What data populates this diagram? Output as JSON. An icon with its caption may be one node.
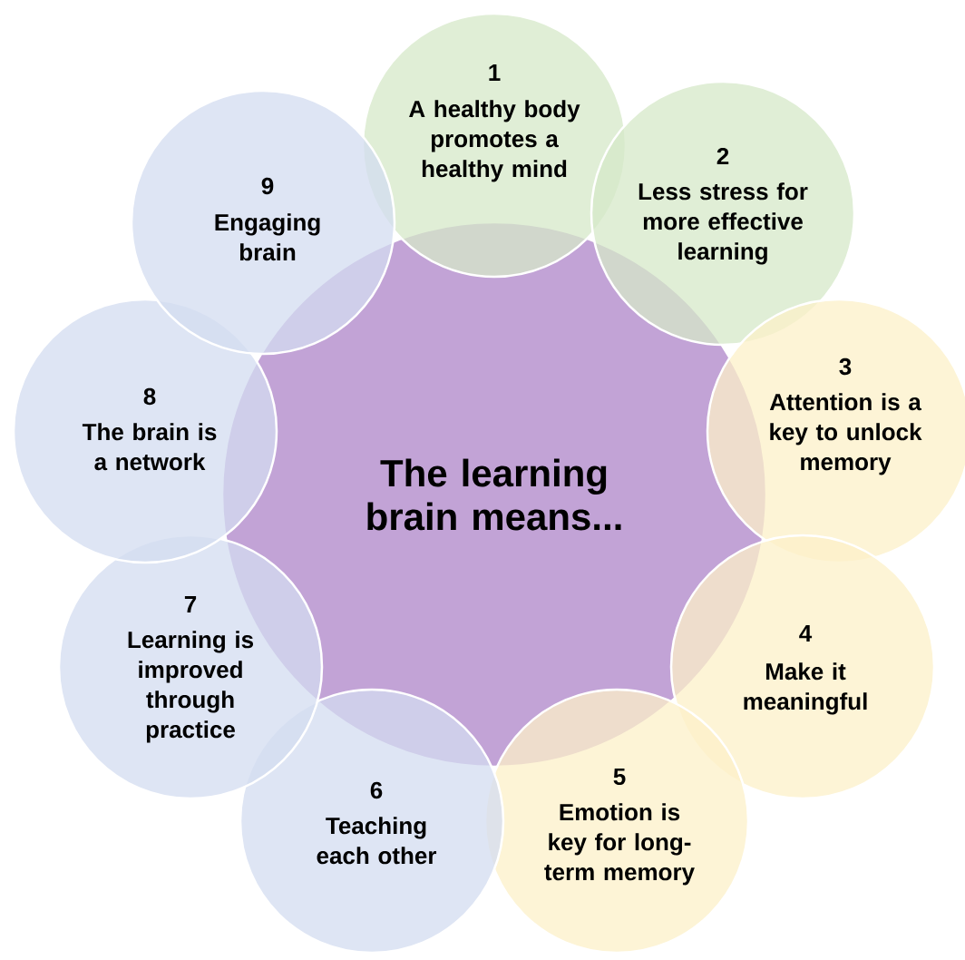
{
  "diagram": {
    "nodes": [
      {
        "text": [
          "The learning brain means..."
        ]
      },
      {
        "text": [
          "1",
          "A healthy body promotes a healthy mind"
        ]
      },
      {
        "text": [
          "2",
          "Less stress for more effective learning"
        ]
      },
      {
        "text": [
          "3",
          "Attention is a key to unlock memory"
        ]
      },
      {
        "text": [
          "4",
          "Make it meaningful"
        ]
      },
      {
        "text": [
          "5",
          "Emotion is key for long-term memory"
        ]
      },
      {
        "text": [
          "6",
          "Teaching each other"
        ]
      },
      {
        "text": [
          "7",
          "Learning is improved through practice"
        ]
      },
      {
        "text": [
          "8",
          "The brain is a network"
        ]
      },
      {
        "text": [
          "9",
          "Engaging brain"
        ]
      }
    ]
  }
}
